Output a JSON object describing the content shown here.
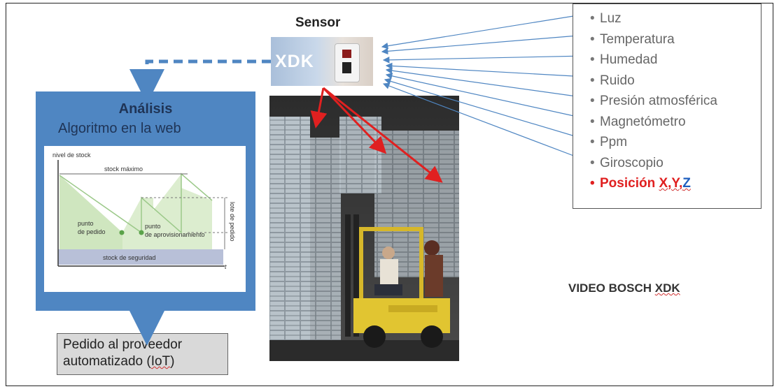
{
  "sensor": {
    "title": "Sensor",
    "badge": "XDK"
  },
  "analysis": {
    "title": "Análisis",
    "subtitle": "Algoritmo en la web",
    "chart": {
      "y_label": "nivel de stock",
      "max_label": "stock máximo",
      "reorder_label_1": "punto",
      "reorder_label_2": "de pedido",
      "supply_label_1": "punto",
      "supply_label_2": "de aprovisionamiento",
      "lot_label": "lote de pedido",
      "safety_label": "stock de seguridad",
      "x_label": "t"
    }
  },
  "order_box": {
    "line1": "Pedido al proveedor",
    "line2_pre": "automatizado (",
    "line2_word": "IoT",
    "line2_post": ")"
  },
  "sensors_list": {
    "items": [
      "Luz",
      "Temperatura",
      "Humedad",
      "Ruido",
      "Presión atmosférica",
      "Magnetómetro",
      "Ppm",
      "Giroscopio"
    ],
    "highlight_label": "Posición",
    "highlight_x": "X,",
    "highlight_y": "Y,",
    "highlight_z": "Z",
    "bullet": "•"
  },
  "video": {
    "pre": "VIDEO BOSCH ",
    "word": "XDK"
  },
  "colors": {
    "analysis_bg": "#4f86c2",
    "dashed_arrow": "#4f86c2",
    "red_arrow": "#e02020",
    "highlight": "#e02020",
    "z_color": "#1f5fbf"
  }
}
